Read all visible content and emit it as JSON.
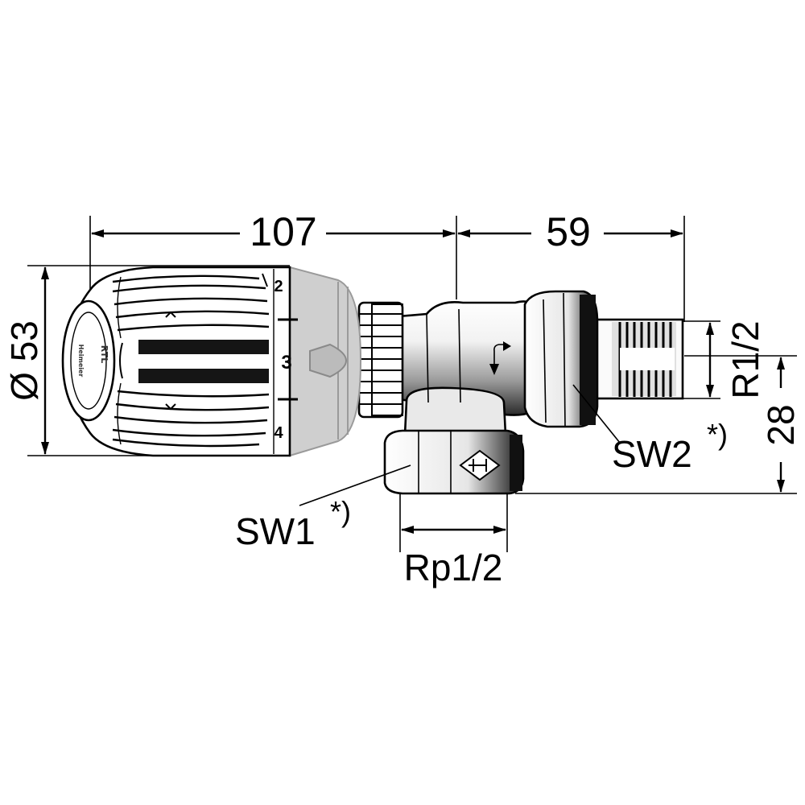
{
  "dimensions": {
    "overall_length": "107",
    "connector_length": "59",
    "head_diameter": "Ø 53",
    "thread_outlet": "R1/2",
    "centre_height": "28",
    "thread_inlet": "Rp1/2"
  },
  "callouts": {
    "sw1_main": "SW1",
    "sw1_note": "*)",
    "sw2_main": "SW2",
    "sw2_note": "*)"
  },
  "scale": {
    "marks": [
      "2",
      "3",
      "4"
    ]
  },
  "head": {
    "logo_lines": [
      "RTL",
      "Heimeier"
    ]
  },
  "colors": {
    "line": "#000000",
    "head_fill": "#ffffff",
    "shade": "#bdbdbd",
    "dark": "#1a1a1a"
  }
}
